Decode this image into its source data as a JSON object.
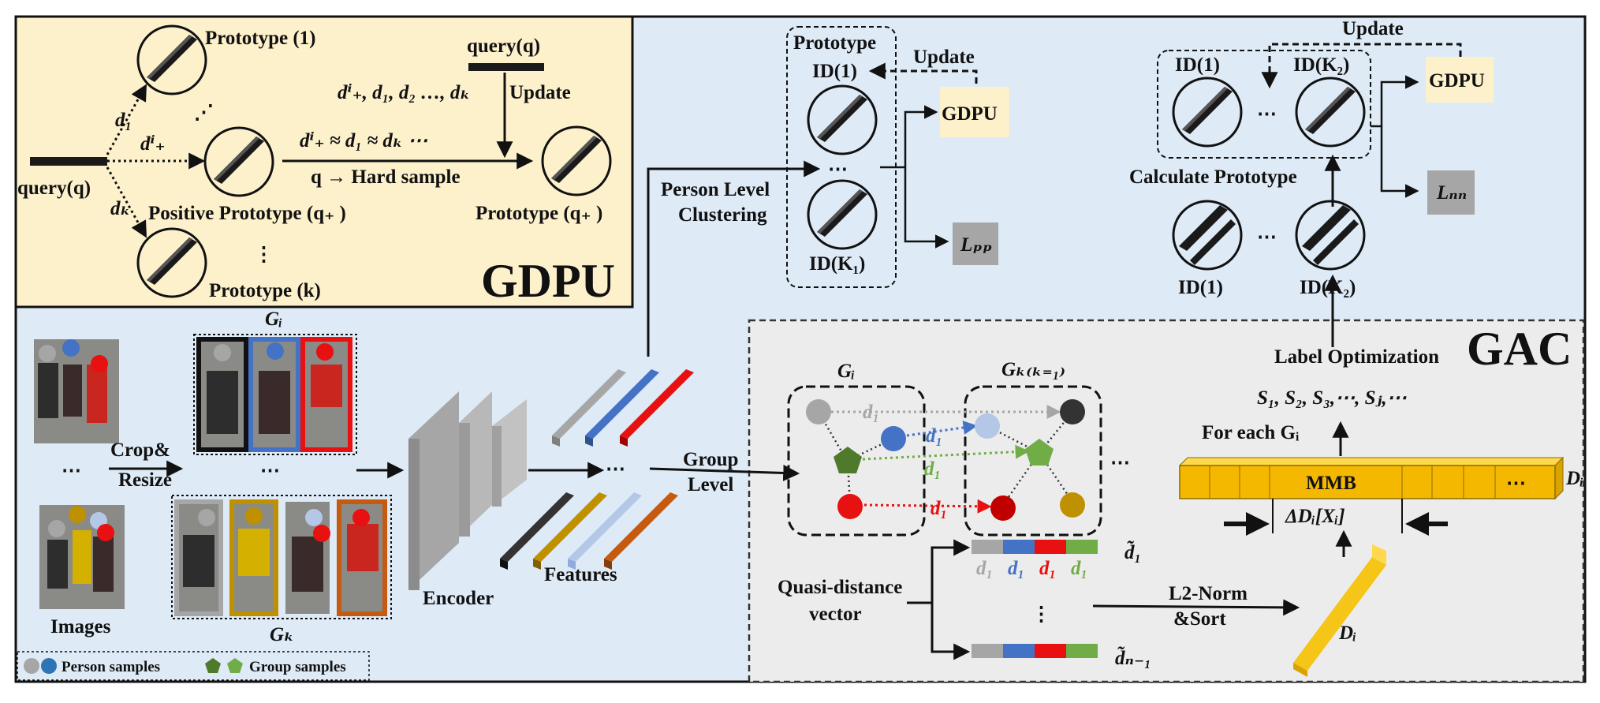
{
  "gdpu": {
    "title": "GDPU",
    "prototype_1": "Prototype (1)",
    "positive_prototype": "Positive Prototype (q₊ )",
    "prototype_k": "Prototype (k)",
    "query_left": "query(q)",
    "query_top": "query(q)",
    "d1": "d₁",
    "dqplus": "dⁱ₊",
    "dk": "dₖ",
    "distances": "dⁱ₊, d₁, d₂ …, dₖ",
    "update": "Update",
    "approx": "dⁱ₊ ≈ d₁ ≈ dₖ ⋯",
    "hard_sample": "q → Hard sample",
    "prototype_out": "Prototype (q₊ )",
    "vdots": "⋮",
    "dots": "⋰"
  },
  "person_level": {
    "box_title": "Prototype",
    "id1": "ID(1)",
    "idk1": "ID(K₁)",
    "dots": "⋯",
    "update": "Update",
    "gdpu_box": "GDPU",
    "loss": "Lₚₚ",
    "clustering_line1": "Person Level",
    "clustering_line2": "Clustering"
  },
  "group_proto": {
    "update": "Update",
    "id1": "ID(1)",
    "idk2": "ID(K₂)",
    "dots": "⋯",
    "gdpu_box": "GDPU",
    "loss": "Lₙₙ",
    "calculate": "Calculate Prototype",
    "id1_bottom": "ID(1)",
    "idk2_bottom": "ID(K₂)",
    "dots_bottom": "⋯"
  },
  "left": {
    "gi": "Gᵢ",
    "gk": "Gₖ",
    "crop1": "Crop&",
    "crop2": "Resize",
    "dots1": "⋯",
    "dots2": "⋯",
    "images": "Images",
    "encoder": "Encoder",
    "features": "Features",
    "feature_dots": "⋯",
    "group1": "Group",
    "group2": "Level"
  },
  "legend": {
    "person": "Person samples",
    "group": "Group samples"
  },
  "gac": {
    "title": "GAC",
    "label_opt": "Label Optimization",
    "s_seq": "S₁, S₂, S₃,⋯, Sⱼ,⋯",
    "for_each": "For each Gᵢ",
    "mmb": "MMB",
    "di_right": "Dᵢ",
    "delta": "ΔDᵢ[Xᵢ]",
    "gi": "Gᵢ",
    "gk": "Gₖ₍ₖ₌₁₎",
    "dots": "⋯",
    "d1_gray": "d₁",
    "d1_blue": "d₁",
    "d1_green": "d₁",
    "d1_red": "d₁",
    "vec_labels": [
      "d₁",
      "d₁",
      "d₁",
      "d₁"
    ],
    "d1_tilde": "d̃₁",
    "dn1_tilde": "d̃ₙ₋₁",
    "quasi1": "Quasi-distance",
    "quasi2": "vector",
    "vdots": "⋮",
    "l2norm": "L2-Norm",
    "sort": "&Sort",
    "di_bar": "Dᵢ"
  },
  "colors": {
    "gdpu_bg": "#fdf1cc",
    "main_bg": "#deeaf6",
    "gac_bg": "#ececec",
    "gdpu_box": "#fdf1cc",
    "loss_box": "#a6a6a6",
    "gold": "#f5b800",
    "gray": "#a6a6a6",
    "blue": "#4472c4",
    "red": "#e81010",
    "green": "#70ad47",
    "dark_green": "#4f7a2b",
    "light_blue": "#b4c7e7",
    "dark_red": "#c00000",
    "dark": "#333333",
    "orange_brown": "#c55a11",
    "mustard": "#bf9000"
  }
}
